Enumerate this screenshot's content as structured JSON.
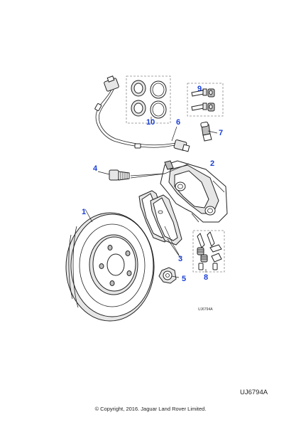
{
  "diagram": {
    "callouts": [
      "1",
      "2",
      "3",
      "4",
      "5",
      "6",
      "7",
      "8",
      "9",
      "10"
    ],
    "inline_code": "UJ6794A"
  },
  "footer": {
    "ref_code": "UJ6794A",
    "copyright": "© Copyright, 2016. Jaguar Land Rover Limited."
  },
  "colors": {
    "callout": "#1a3fd6",
    "line": "#222222"
  }
}
